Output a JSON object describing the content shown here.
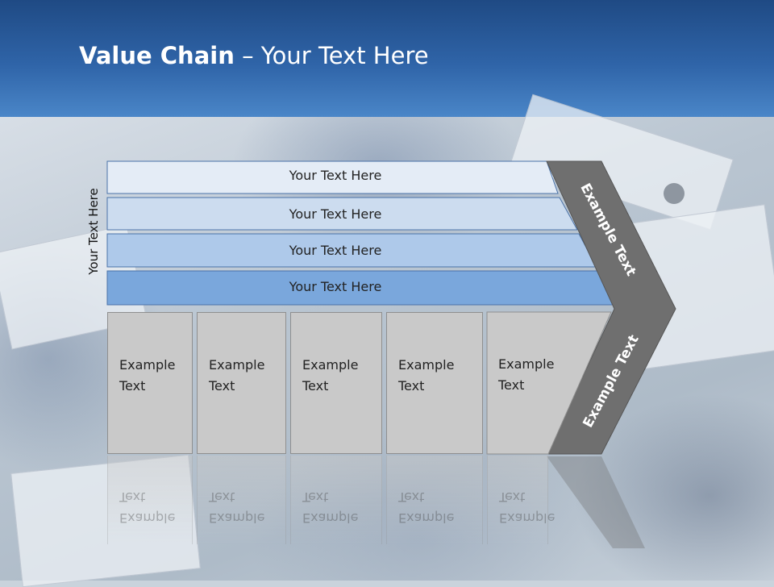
{
  "slide": {
    "title_bold": "Value Chain",
    "title_rest": " – Your Text Here"
  },
  "side_label": "Your Text Here",
  "support_bars": [
    {
      "label": "Your Text Here",
      "color": "#e4ecf6"
    },
    {
      "label": "Your Text Here",
      "color": "#ccdcef"
    },
    {
      "label": "Your Text Here",
      "color": "#aec9ea"
    },
    {
      "label": "Your Text Here",
      "color": "#7aa7dc"
    }
  ],
  "primary_activities": [
    {
      "label": "Example\nText"
    },
    {
      "label": "Example\nText"
    },
    {
      "label": "Example\nText"
    },
    {
      "label": "Example\nText"
    },
    {
      "label": "Example\nText"
    }
  ],
  "arrow": {
    "top_label": "Example Text",
    "bottom_label": "Example Text",
    "color": "#6f6f6f"
  },
  "colors": {
    "header": "#2f64a8",
    "activity_fill": "#c9c9c9"
  }
}
